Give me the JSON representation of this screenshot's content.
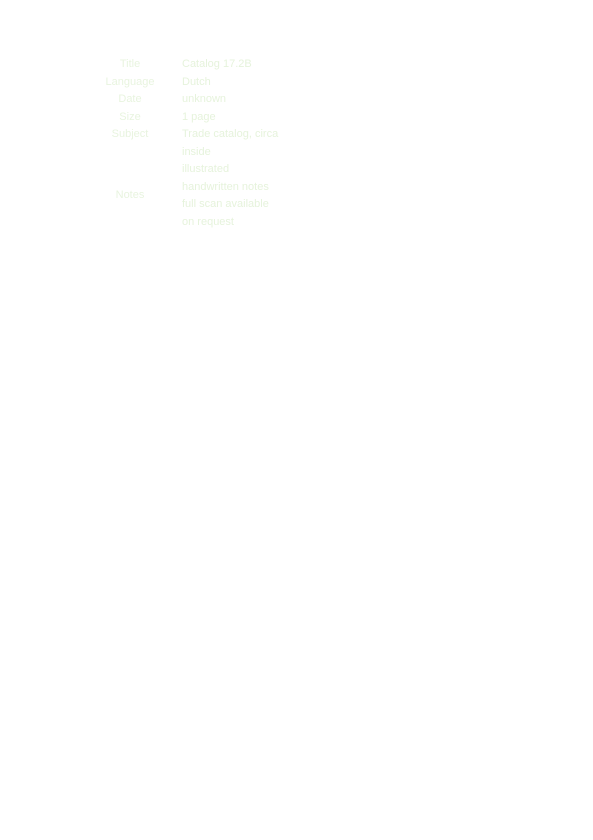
{
  "page": {
    "background": "#ffffff",
    "text_color": "#e6f3dc"
  },
  "rows": [
    {
      "key": "Title",
      "values": [
        "Catalog 17.2B"
      ]
    },
    {
      "key": "Language",
      "values": [
        "Dutch"
      ]
    },
    {
      "key": "Date",
      "values": [
        "unknown"
      ]
    },
    {
      "key": "Size",
      "values": [
        "1 page"
      ]
    },
    {
      "key": "Subject",
      "values": [
        "Trade catalog, circa",
        "inside"
      ]
    },
    {
      "key": "Notes",
      "values": [
        "illustrated",
        "handwritten notes",
        "full scan available",
        "on request"
      ]
    }
  ]
}
